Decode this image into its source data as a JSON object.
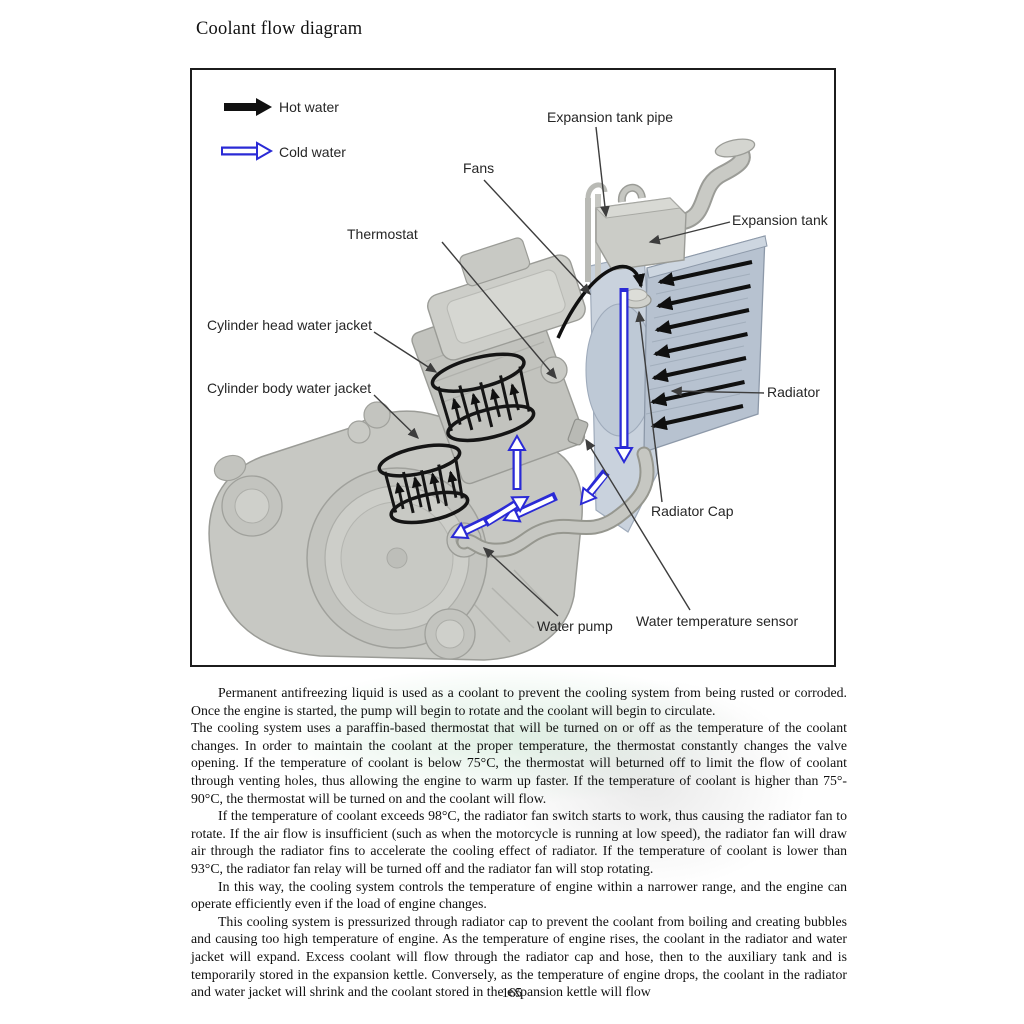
{
  "page": {
    "title": "Coolant flow diagram",
    "number": "165"
  },
  "diagram": {
    "legend": {
      "hot": "Hot water",
      "cold": "Cold water"
    },
    "labels": {
      "expansion_tank_pipe": "Expansion tank pipe",
      "fans": "Fans",
      "expansion_tank": "Expansion tank",
      "thermostat": "Thermostat",
      "cylinder_head_water_jacket": "Cylinder head water jacket",
      "cylinder_body_water_jacket": "Cylinder body water jacket",
      "radiator": "Radiator",
      "radiator_cap": "Radiator Cap",
      "water_pump": "Water pump",
      "water_temperature_sensor": "Water temperature sensor"
    },
    "colors": {
      "hot_water": "#111111",
      "cold_water": "#2a2ad6",
      "engine_gray": "#c7c8c3",
      "radiator_blue": "#b7c2d0"
    }
  },
  "body": {
    "paragraphs": [
      "Permanent antifreezing liquid is used as a coolant to prevent the cooling system from being rusted or corroded. Once the engine is started, the pump will begin to rotate and the coolant will begin to circulate.",
      "The cooling system uses a paraffin-based thermostat that will be turned on or off as the temperature of the coolant changes. In order to maintain the coolant at the proper temperature, the thermostat constantly changes the valve opening. If the temperature of coolant is below 75°C, the thermostat will beturned off to limit the flow of coolant through venting holes, thus allowing the engine to warm up faster. If the temperature of coolant is higher than 75°- 90°C, the thermostat will be turned on and the coolant will flow.",
      "If the temperature of coolant exceeds 98°C, the radiator fan switch starts to work, thus causing the radiator fan to rotate. If the air flow is insufficient (such as when the motorcycle is running at low speed), the radiator fan will draw air through the radiator fins to accelerate the cooling effect of radiator. If the temperature of coolant is lower than 93°C, the radiator fan relay will be turned off and the radiator fan will stop rotating.",
      "In this way, the cooling system controls the temperature of engine within a narrower range, and the engine can operate efficiently even if the load of engine changes.",
      "This cooling system is pressurized through radiator cap to prevent the coolant from boiling and creating bubbles and causing too high temperature of engine. As the temperature of engine rises, the coolant in the radiator and water jacket will expand. Excess coolant will flow through the radiator cap and hose, then to the auxiliary tank and is temporarily stored in the expansion kettle. Conversely, as the temperature of engine drops, the coolant in the radiator and water jacket will shrink and the coolant stored in the expansion kettle will flow"
    ]
  }
}
